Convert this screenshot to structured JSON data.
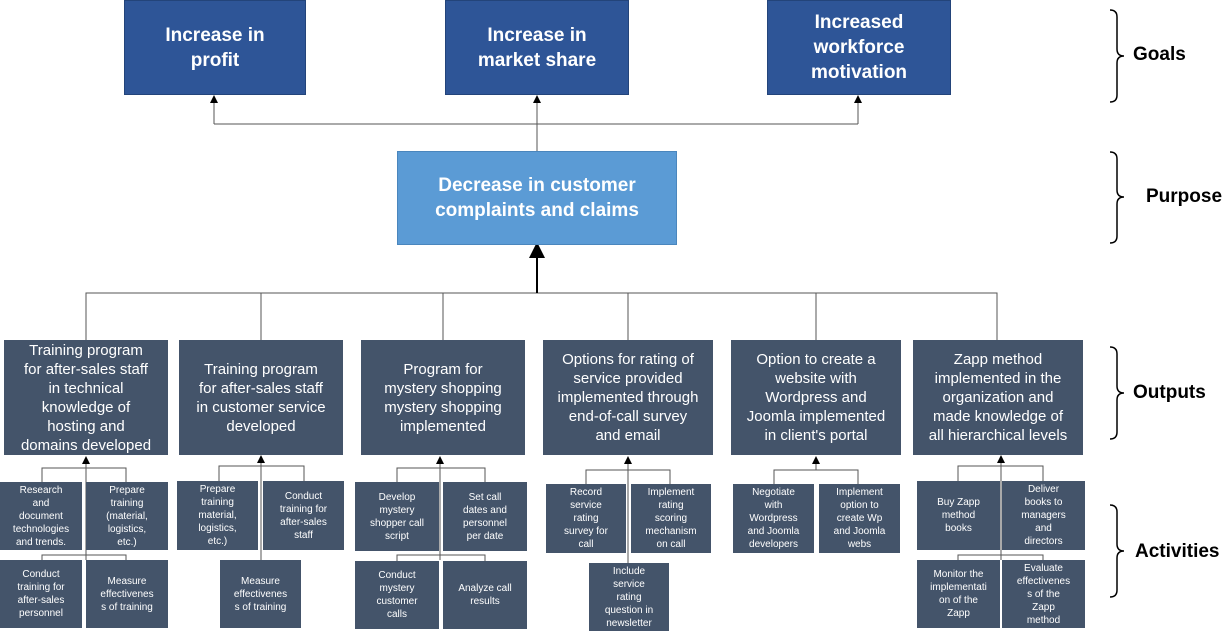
{
  "goals": {
    "profit": "Increase in\nprofit",
    "market_share": "Increase in\nmarket share",
    "motivation": "Increased\nworkforce\nmotivation"
  },
  "purpose": "Decrease in customer\ncomplaints and claims",
  "outputs": [
    "Training program\nfor after-sales staff\nin technical\nknowledge of\nhosting and\ndomains developed",
    "Training program\nfor after-sales staff\nin customer service\ndeveloped",
    "Program for\nmystery shopping\nmystery shopping\nimplemented",
    "Options for rating of\nservice provided\nimplemented through\nend-of-call survey\nand email",
    "Option to create a\nwebsite with\nWordpress and\nJoomla implemented\nin client's portal",
    "Zapp method\nimplemented in the\norganization and\nmade knowledge of\nall hierarchical levels"
  ],
  "activities": {
    "o1": [
      "Research\nand\ndocument\ntechnologies\nand trends.",
      "Prepare\ntraining\n(material,\nlogistics,\netc.)",
      "Conduct\ntraining for\nafter-sales\npersonnel",
      "Measure\neffectivenes\ns of training"
    ],
    "o2": [
      "Prepare\ntraining\nmaterial,\nlogistics,\netc.)",
      "Conduct\ntraining for\nafter-sales\nstaff",
      "Measure\neffectivenes\ns of training"
    ],
    "o3": [
      "Develop\nmystery\nshopper call\nscript",
      "Set call\ndates and\npersonnel\nper date",
      "Conduct\nmystery\ncustomer\ncalls",
      "Analyze call\nresults"
    ],
    "o4": [
      "Record\nservice\nrating\nsurvey for\ncall",
      "Implement\nrating\nscoring\nmechanism\non call",
      "Include\nservice\nrating\nquestion in\nnewsletter"
    ],
    "o5": [
      "Negotiate\nwith\nWordpress\nand Joomla\ndevelopers",
      "Implement\noption to\ncreate Wp\nand Joomla\nwebs"
    ],
    "o6": [
      "Buy Zapp\nmethod\nbooks",
      "Deliver\nbooks to\nmanagers\nand\ndirectors",
      "Monitor the\nimplementati\non of the\nZapp",
      "Evaluate\neffectivenes\ns of the\nZapp\nmethod"
    ]
  },
  "level_labels": {
    "goals": "Goals",
    "purpose": "Purpose",
    "outputs": "Outputs",
    "activities": "Activities"
  },
  "colors": {
    "goal_box": "#2e5597",
    "purpose_box": "#5b9bd5",
    "output_box": "#44546a",
    "activity_box": "#44546a"
  }
}
